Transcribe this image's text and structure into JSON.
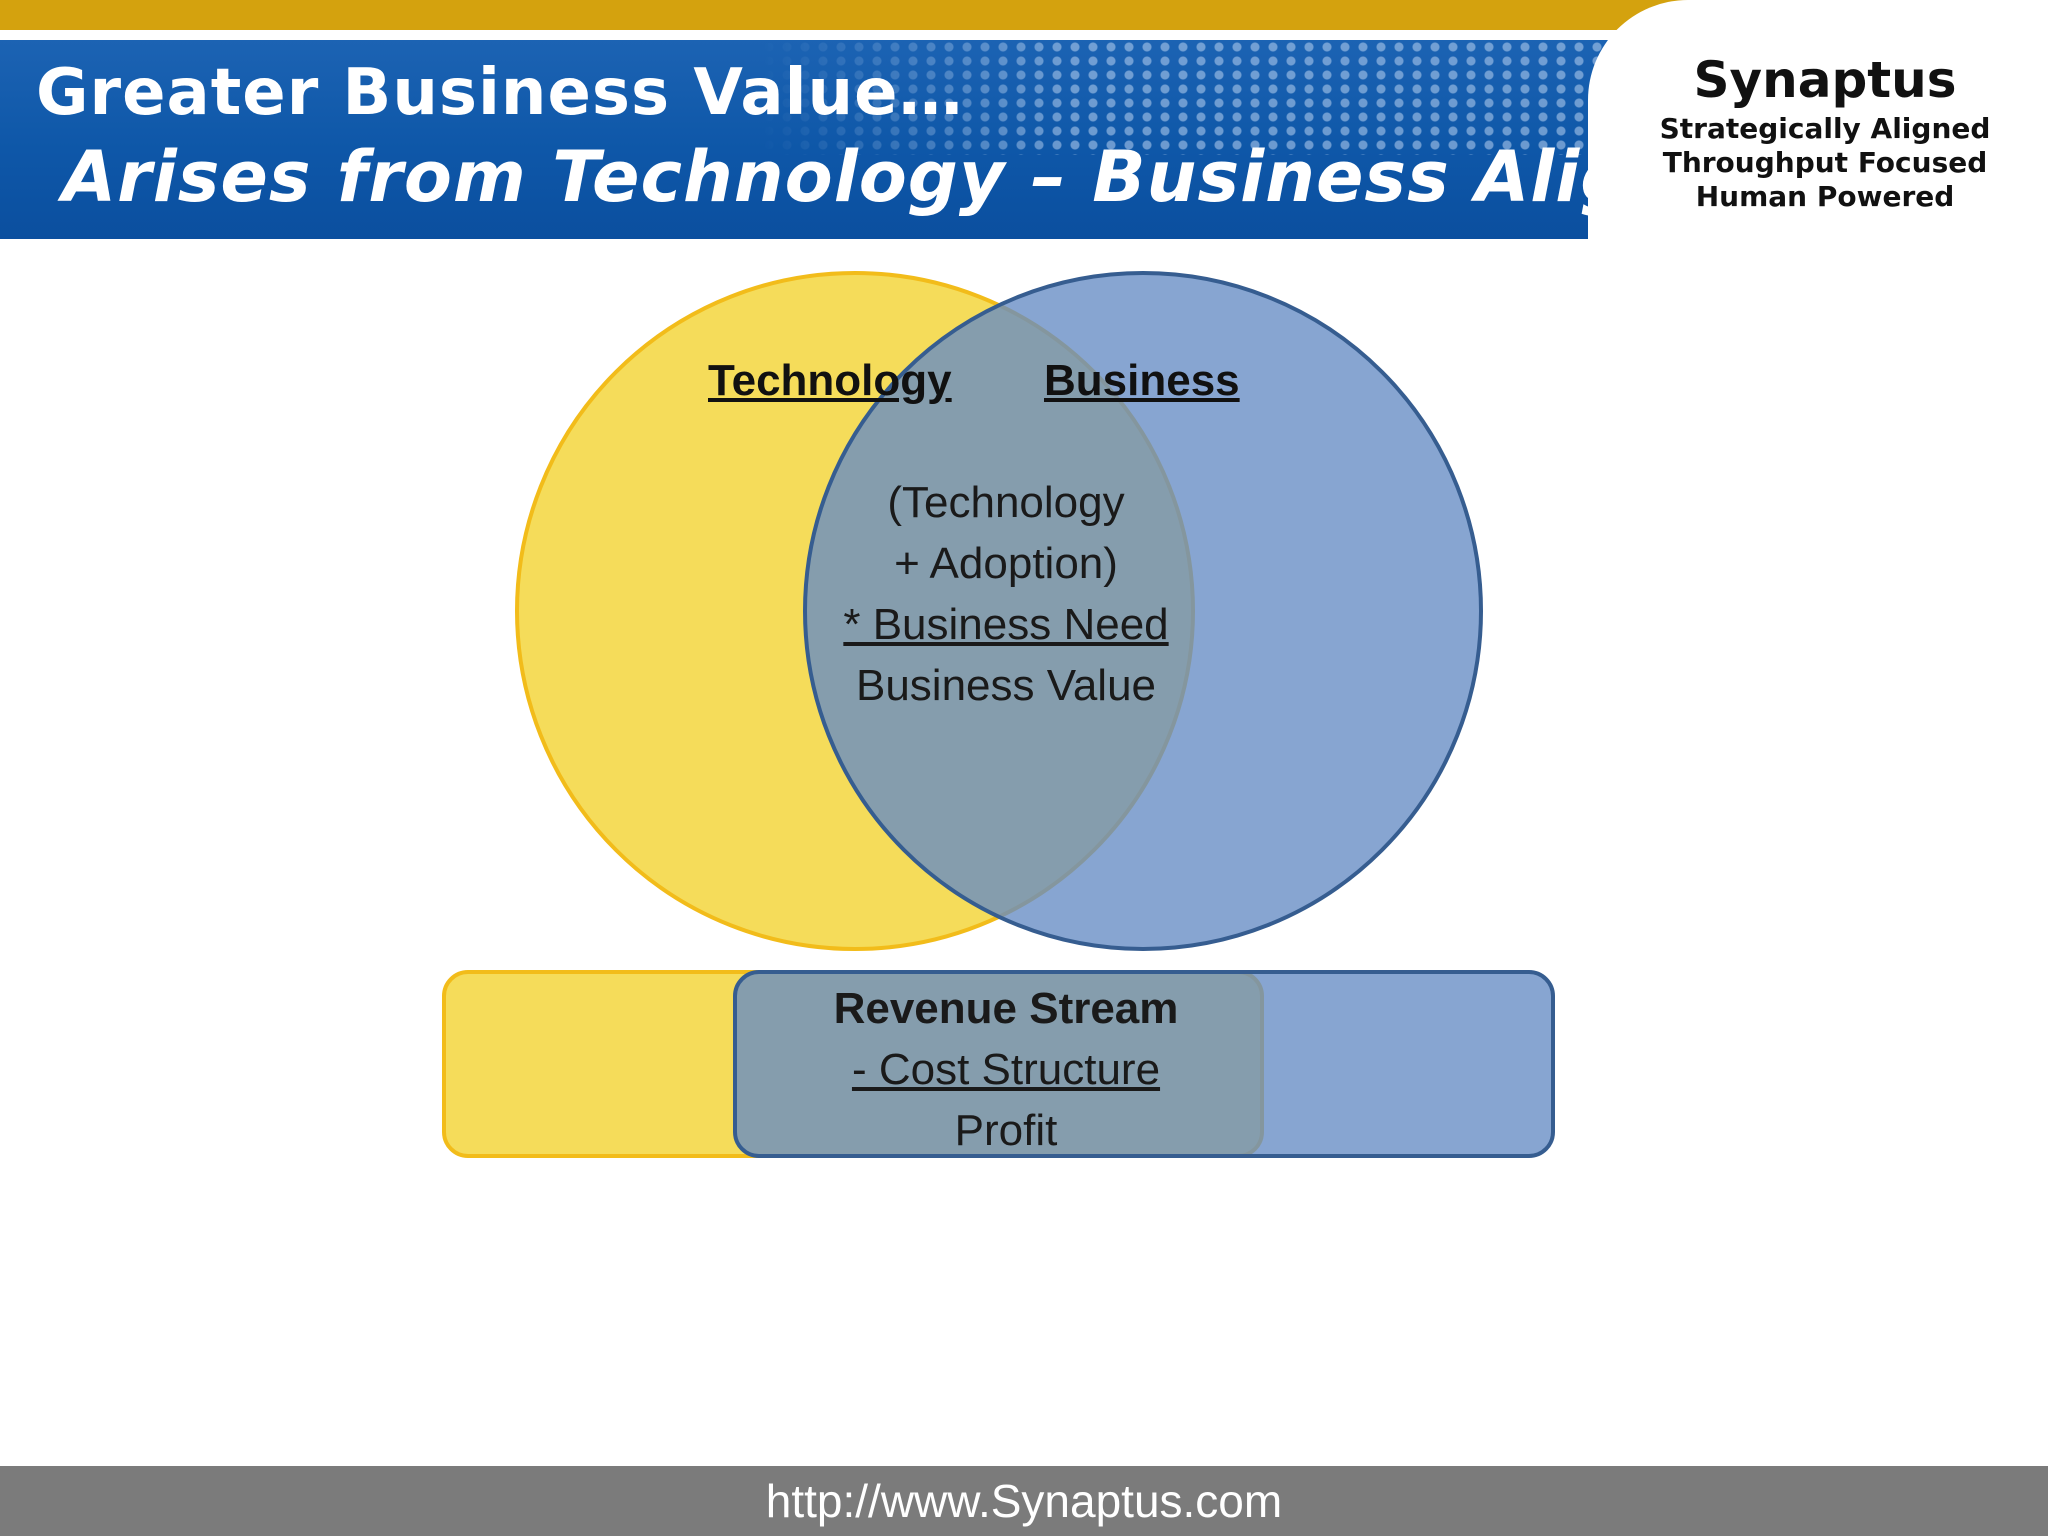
{
  "header": {
    "title": "Greater Business Value…",
    "subtitle": "Arises from Technology – Business Alignment"
  },
  "brand": {
    "name": "Synaptus",
    "taglines": [
      "Strategically Aligned",
      "Throughput Focused",
      "Human Powered"
    ]
  },
  "diagram": {
    "left_label": "Technology",
    "right_label": "Business",
    "overlap_lines": [
      "(Technology",
      "+ Adoption)",
      "* Business Need",
      "Business Value"
    ],
    "bar_lines": [
      "Revenue Stream",
      "- Cost Structure",
      "Profit"
    ]
  },
  "colors": {
    "technology_fill": "#f4d94c",
    "business_fill": "#658cc4",
    "header_blue": "#0e57a8",
    "accent_gold": "#d4a20e",
    "footer_gray": "#7b7b7b"
  },
  "footer": {
    "url": "http://www.Synaptus.com"
  }
}
